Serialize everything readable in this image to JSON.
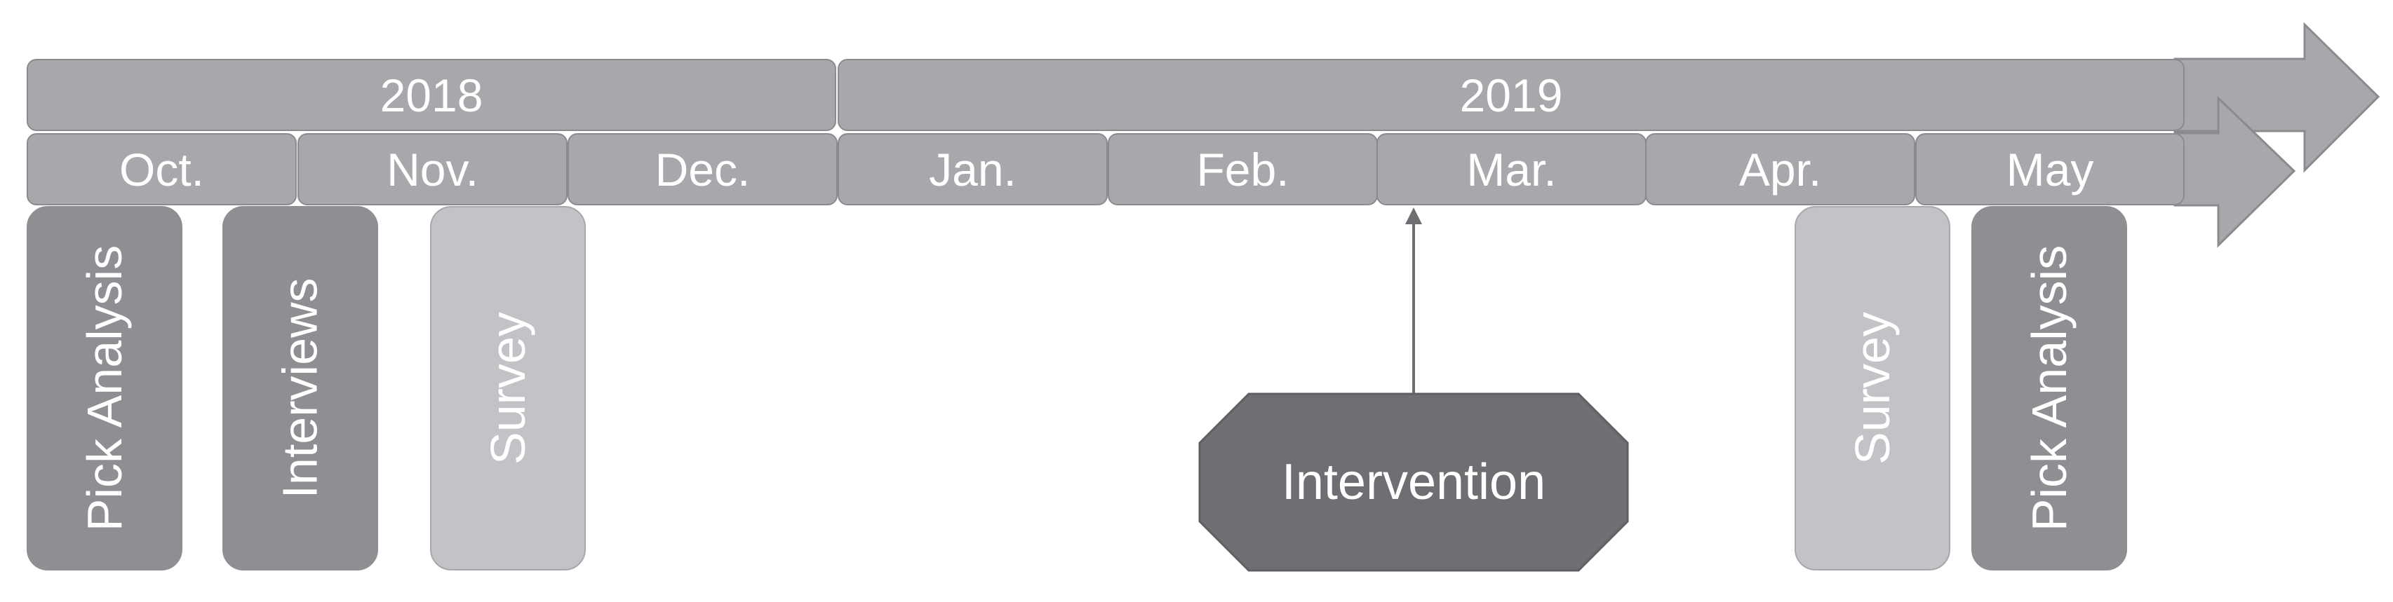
{
  "years": [
    "2018",
    "2019"
  ],
  "months": [
    "Oct.",
    "Nov.",
    "Dec.",
    "Jan.",
    "Feb.",
    "Mar.",
    "Apr.",
    "May"
  ],
  "activities": [
    "Pick Analysis",
    "Interviews",
    "Survey",
    "Survey",
    "Pick Analysis"
  ],
  "intervention": "Intervention",
  "colors": {
    "timeline": "#a7a8ab",
    "activity_dark": "#8e8f93",
    "activity_light": "#c2c3c6",
    "intervention": "#6e6f72",
    "text": "#ffffff"
  }
}
